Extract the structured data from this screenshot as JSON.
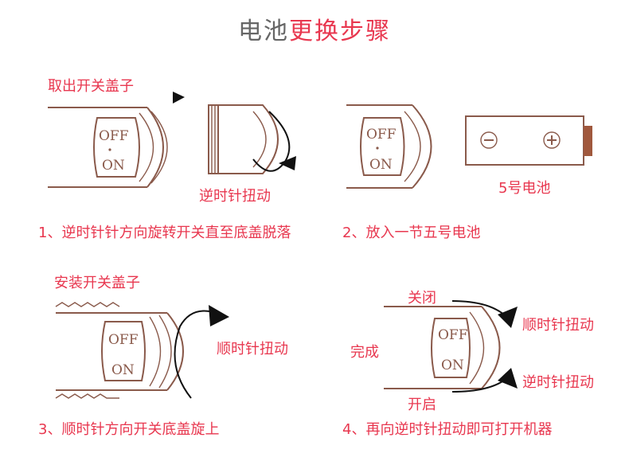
{
  "title": {
    "part1": "电池",
    "part2": "更换步骤"
  },
  "colors": {
    "accent": "#e8374f",
    "outline": "#8a5a4b",
    "battery_terminal": "#a0583d"
  },
  "step1": {
    "label_top": "取出开关盖子",
    "label_twist": "逆时针扭动",
    "caption": "1、逆时针针方向旋转开关直至底盖脱落",
    "dial_off": "OFF",
    "dial_on": "ON"
  },
  "step2": {
    "battery_label": "5号电池",
    "caption": "2、放入一节五号电池",
    "dial_off": "OFF",
    "dial_on": "ON",
    "minus": "⊖",
    "plus": "⊕"
  },
  "step3": {
    "label_top": "安装开关盖子",
    "label_twist": "顺时针扭动",
    "caption": "3、顺时针方向开关底盖旋上",
    "dial_off": "OFF",
    "dial_on": "ON"
  },
  "step4": {
    "label_close": "关闭",
    "label_open": "开启",
    "label_done": "完成",
    "label_cw": "顺时针扭动",
    "label_ccw": "逆时针扭动",
    "caption": "4、再向逆时针扭动即可打开机器",
    "dial_off": "OFF",
    "dial_on": "ON"
  }
}
